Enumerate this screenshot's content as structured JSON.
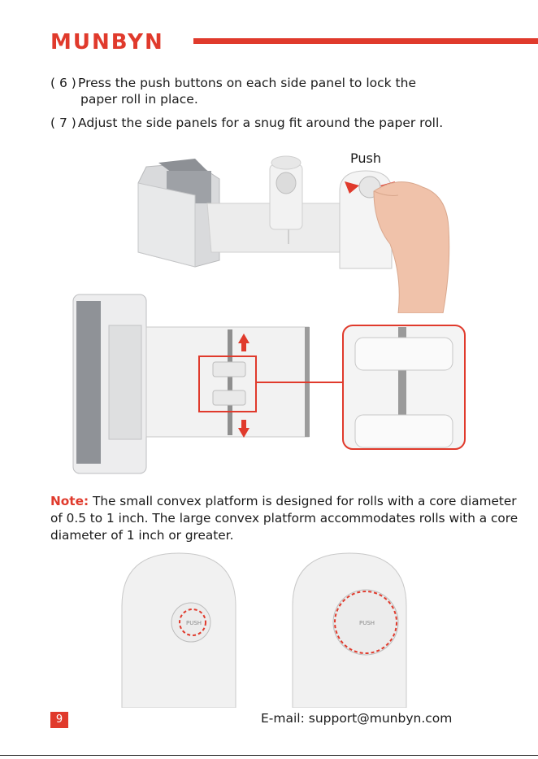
{
  "header": {
    "brand": "MUNBYN"
  },
  "steps": [
    {
      "num": "( 6 )",
      "text": "Press the push buttons on each side panel to lock the",
      "continuation": "paper roll in place."
    },
    {
      "num": "( 7 )",
      "text": "Adjust the side panels for a snug fit around the paper roll."
    }
  ],
  "figure1": {
    "push_label": "Push"
  },
  "note": {
    "label": "Note:",
    "text": " The small convex platform is designed for rolls with a core diameter of 0.5 to 1 inch. The large convex platform accommodates rolls with a core diameter of 1 inch or greater."
  },
  "figure3": {
    "button_text_small": "PUSH",
    "button_text_large": "PUSH"
  },
  "footer": {
    "page_number": "9",
    "email": "E-mail: support@munbyn.com"
  },
  "colors": {
    "accent": "#e03a2c",
    "text": "#1a1a1a"
  }
}
